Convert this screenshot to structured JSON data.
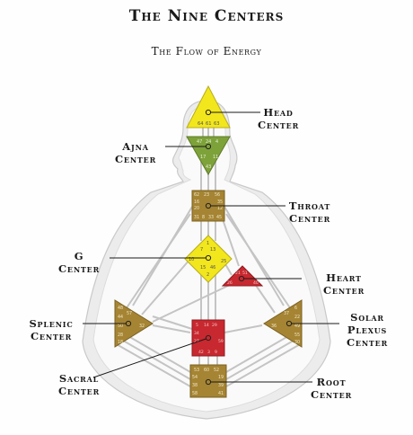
{
  "title": "The Nine Centers",
  "subtitle": "The Flow of Energy",
  "colors": {
    "yellow": "#f2e61d",
    "green": "#7ea23a",
    "brown": "#a58433",
    "red": "#c8282f",
    "silhouette": "#d4d4d4",
    "channel": "#c6c6c6"
  },
  "centers": {
    "head": {
      "label_line1": "Head",
      "label_line2": "Center",
      "gates": [
        "64",
        "61",
        "63"
      ]
    },
    "ajna": {
      "label_line1": "Ajna",
      "label_line2": "Center",
      "gates": [
        "47",
        "24",
        "4",
        "17",
        "11",
        "43"
      ]
    },
    "throat": {
      "label_line1": "Throat",
      "label_line2": "Center",
      "gates": [
        "62",
        "23",
        "56",
        "16",
        "35",
        "20",
        "12",
        "31",
        "8",
        "33",
        "45"
      ]
    },
    "g": {
      "label_line1": "G",
      "label_line2": "Center",
      "gates": [
        "1",
        "7",
        "13",
        "10",
        "25",
        "15",
        "46",
        "2"
      ]
    },
    "heart": {
      "label_line1": "Heart",
      "label_line2": "Center",
      "gates": [
        "21",
        "51",
        "26",
        "40"
      ]
    },
    "splenic": {
      "label_line1": "Splenic",
      "label_line2": "Center",
      "gates": [
        "48",
        "57",
        "44",
        "50",
        "32",
        "28",
        "18"
      ]
    },
    "sacral": {
      "label_line1": "Sacral",
      "label_line2": "Center",
      "gates": [
        "5",
        "14",
        "29",
        "34",
        "27",
        "59",
        "42",
        "3",
        "9"
      ]
    },
    "solar_plexus": {
      "label_line1": "Solar",
      "label_line2": "Plexus",
      "label_line3": "Center",
      "gates": [
        "6",
        "37",
        "22",
        "36",
        "49",
        "55",
        "30"
      ]
    },
    "root": {
      "label_line1": "Root",
      "label_line2": "Center",
      "gates": [
        "53",
        "60",
        "52",
        "54",
        "19",
        "38",
        "39",
        "58",
        "41"
      ]
    }
  }
}
